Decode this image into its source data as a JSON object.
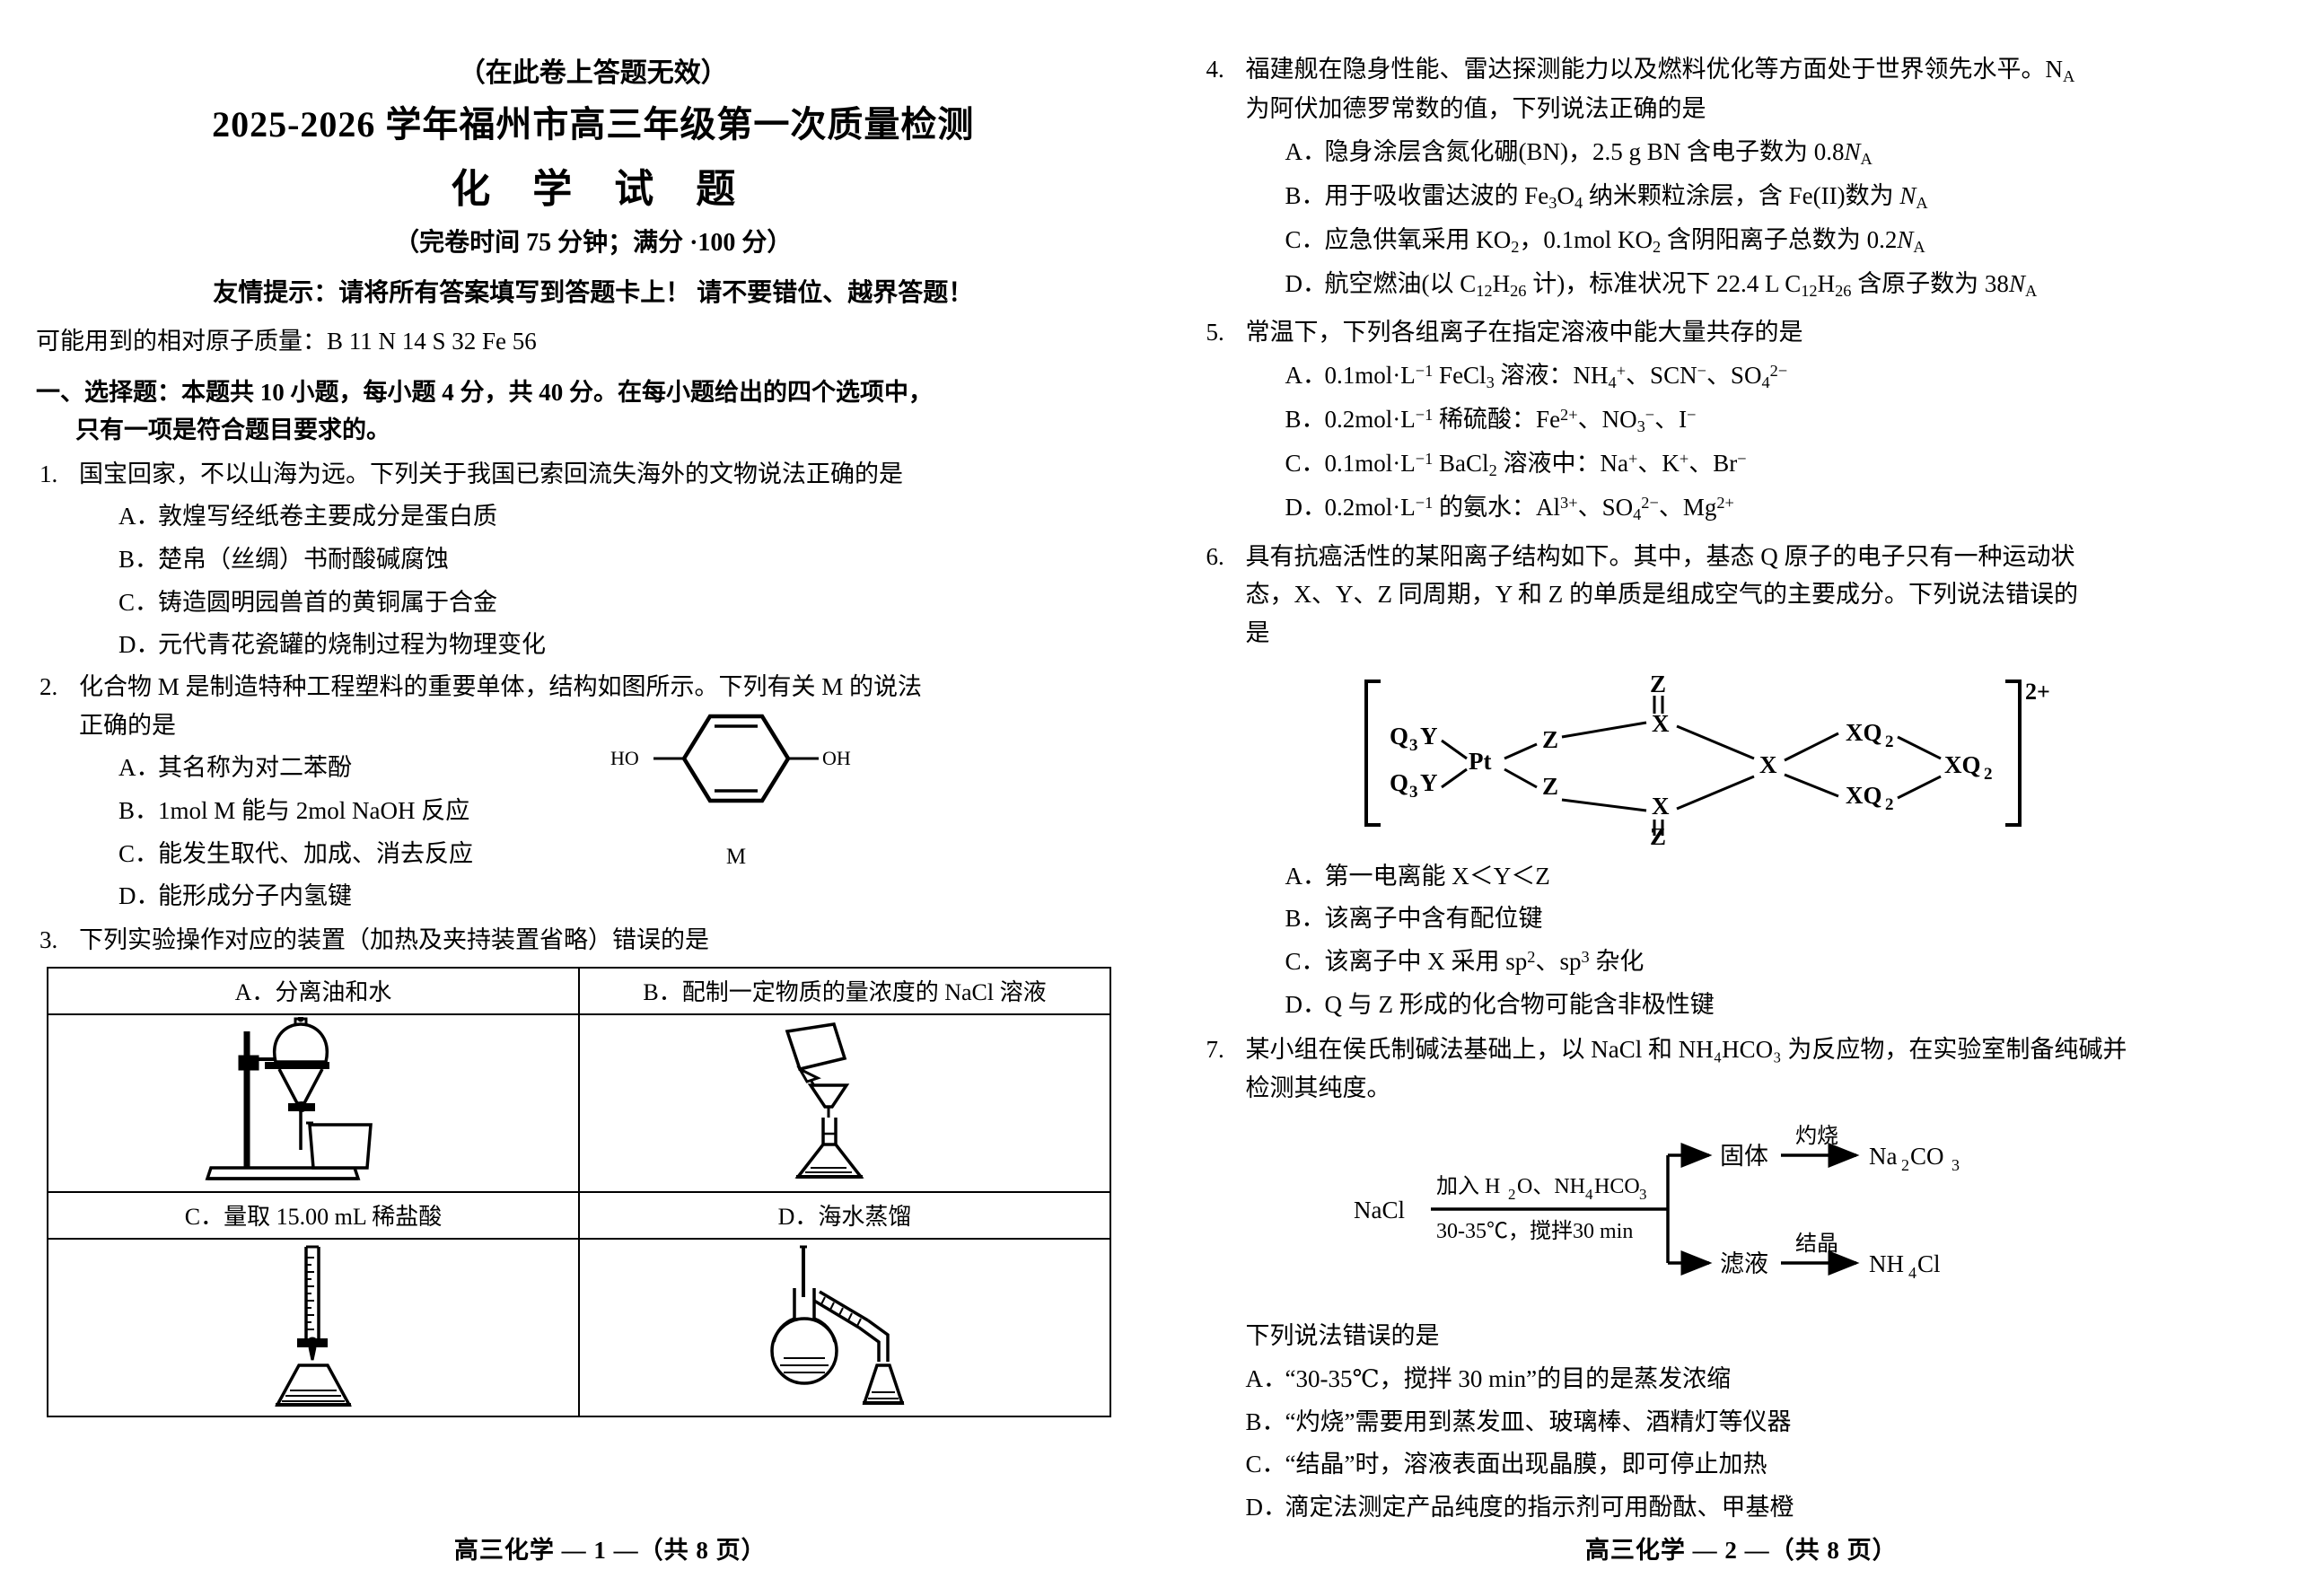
{
  "header": {
    "note": "（在此卷上答题无效）",
    "title": "2025-2026 学年福州市高三年级第一次质量检测",
    "subject": "化 学 试 题",
    "time_score": "（完卷时间 75 分钟；满分 ·100 分）",
    "tip": "友情提示：请将所有答案填写到答题卡上！ 请不要错位、越界答题！",
    "relative_mass": "可能用到的相对原子质量：B 11     N 14     S 32     Fe 56"
  },
  "section": {
    "line1": "一、选择题：本题共 10 小题，每小题 4 分，共 40 分。在每小题给出的四个选项中，",
    "line2": "只有一项是符合题目要求的。"
  },
  "questions": [
    {
      "num": "1.",
      "stem": "国宝回家，不以山海为远。下列关于我国已索回流失海外的文物说法正确的是",
      "options": [
        {
          "key": "A．",
          "text": "敦煌写经纸卷主要成分是蛋白质"
        },
        {
          "key": "B．",
          "text": "楚帛（丝绸）书耐酸碱腐蚀"
        },
        {
          "key": "C．",
          "text": "铸造圆明园兽首的黄铜属于合金"
        },
        {
          "key": "D．",
          "text": "元代青花瓷罐的烧制过程为物理变化"
        }
      ]
    },
    {
      "num": "2.",
      "stem_line1": "化合物 M 是制造特种工程塑料的重要单体，结构如图所示。下列有关 M 的说法",
      "stem_line2": "正确的是",
      "options": [
        {
          "key": "A．",
          "text": "其名称为对二苯酚"
        },
        {
          "key": "B．",
          "text": "1mol M 能与 2mol NaOH 反应"
        },
        {
          "key": "C．",
          "text": "能发生取代、加成、消去反应"
        },
        {
          "key": "D．",
          "text": "能形成分子内氢键"
        }
      ],
      "structure": {
        "left_label": "HO",
        "right_label": "OH",
        "caption": "M"
      }
    },
    {
      "num": "3.",
      "stem": "下列实验操作对应的装置（加热及夹持装置省略）错误的是",
      "table": {
        "cells": [
          {
            "caption": "A．分离油和水",
            "figure": "separating-funnel"
          },
          {
            "caption": "B．配制一定物质的量浓度的 NaCl 溶液",
            "figure": "volumetric-flask"
          },
          {
            "caption": "C．量取 15.00 mL 稀盐酸",
            "figure": "burette-conical-flask"
          },
          {
            "caption": "D．海水蒸馏",
            "figure": "distillation-setup"
          }
        ]
      }
    },
    {
      "num": "4.",
      "stem_line1": "福建舰在隐身性能、雷达探测能力以及燃料优化等方面处于世界领先水平。N",
      "stem_line1_sub": "A",
      "stem_line2": "为阿伏加德罗常数的值，下列说法正确的是",
      "options_html": [
        {
          "key": "A．",
          "html": "隐身涂层含氮化硼(BN)，2.5 g BN 含电子数为 0.8<i>N</i><sub>A</sub>"
        },
        {
          "key": "B．",
          "html": "用于吸收雷达波的 Fe<sub>3</sub>O<sub>4</sub> 纳米颗粒涂层，含 Fe(II)数为 <i>N</i><sub>A</sub>"
        },
        {
          "key": "C．",
          "html": "应急供氧采用 KO<sub>2</sub>，0.1mol KO<sub>2</sub> 含阴阳离子总数为 0.2<i>N</i><sub>A</sub>"
        },
        {
          "key": "D．",
          "html": "航空燃油(以 C<sub>12</sub>H<sub>26</sub> 计)，标准状况下 22.4 L C<sub>12</sub>H<sub>26</sub> 含原子数为 38<i>N</i><sub>A</sub>"
        }
      ]
    },
    {
      "num": "5.",
      "stem": "常温下，下列各组离子在指定溶液中能大量共存的是",
      "options_html": [
        {
          "key": "A．",
          "html": "0.1mol·L<sup>−1</sup> FeCl<sub>3</sub> 溶液：NH<sub>4</sub><sup>+</sup>、SCN<sup>−</sup>、SO<sub>4</sub><sup>2−</sup>"
        },
        {
          "key": "B．",
          "html": "0.2mol·L<sup>−1</sup> 稀硫酸：Fe<sup>2+</sup>、NO<sub>3</sub><sup>−</sup>、I<sup>−</sup>"
        },
        {
          "key": "C．",
          "html": "0.1mol·L<sup>−1</sup> BaCl<sub>2</sub> 溶液中：Na<sup>+</sup>、K<sup>+</sup>、Br<sup>−</sup>"
        },
        {
          "key": "D．",
          "html": "0.2mol·L<sup>−1</sup> 的氨水：Al<sup>3+</sup>、SO<sub>4</sub><sup>2−</sup>、Mg<sup>2+</sup>"
        }
      ]
    },
    {
      "num": "6.",
      "stem_line1": "具有抗癌活性的某阳离子结构如下。其中，基态 Q 原子的电子只有一种运动状",
      "stem_line2": "态，X、Y、Z 同周期，Y 和 Z 的单质是组成空气的主要成分。下列说法错误的",
      "stem_line3": "是",
      "ion_structure": {
        "charge": "2+",
        "center": "Pt",
        "ligand_left_top": "Q₃Y",
        "ligand_left_bottom": "Q₃Y",
        "bridge_top": "Z",
        "bridge_bottom": "Z",
        "node_top": "X",
        "node_bottom": "X",
        "node_top_double": "Z",
        "node_bottom_double": "Z",
        "node_mid": "X",
        "node_right_top": "XQ₂",
        "node_right_bottom": "XQ₂",
        "node_far_right": "XQ₂"
      },
      "options_html": [
        {
          "key": "A．",
          "html": "第一电离能 X＜Y＜Z"
        },
        {
          "key": "B．",
          "html": "该离子中含有配位键"
        },
        {
          "key": "C．",
          "html": "该离子中 X 采用 sp<sup>2</sup>、sp<sup>3</sup> 杂化"
        },
        {
          "key": "D．",
          "html": "Q 与 Z 形成的化合物可能含非极性键"
        }
      ]
    },
    {
      "num": "7.",
      "stem_line1": "某小组在侯氏制碱法基础上，以 NaCl 和 NH₄HCO₃ 为反应物，在实验室制备纯碱并",
      "stem_line2": "检测其纯度。",
      "flow": {
        "start": "NaCl",
        "cond_top": "加入 H₂O、NH₄HCO₃",
        "cond_bottom": "30-35℃，搅拌30 min",
        "branch_top": "固体",
        "branch_top_cond": "灼烧",
        "branch_top_product": "Na₂CO₃",
        "branch_bottom": "滤液",
        "branch_bottom_cond": "结晶",
        "branch_bottom_product": "NH₄Cl"
      },
      "tail": "下列说法错误的是",
      "options_html": [
        {
          "key": "A．",
          "html": "“30-35℃，搅拌 30 min”的目的是蒸发浓缩"
        },
        {
          "key": "B．",
          "html": "“灼烧”需要用到蒸发皿、玻璃棒、酒精灯等仪器"
        },
        {
          "key": "C．",
          "html": "“结晶”时，溶液表面出现晶膜，即可停止加热"
        },
        {
          "key": "D．",
          "html": "滴定法测定产品纯度的指示剂可用酚酞、甲基橙"
        }
      ]
    }
  ],
  "footers": {
    "left": "高三化学 — 1 —（共 8 页）",
    "right": "高三化学 — 2 —（共 8 页）"
  }
}
